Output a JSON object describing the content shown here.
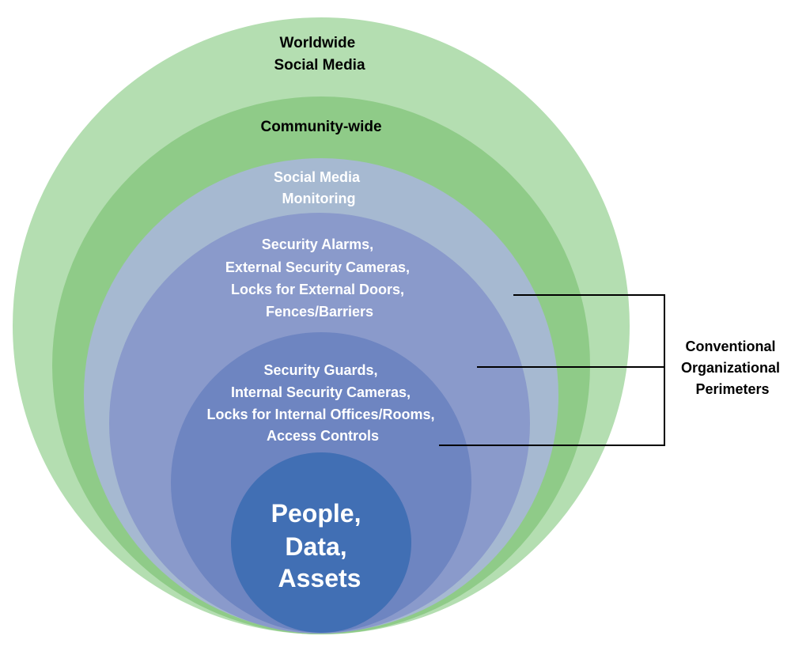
{
  "layers": {
    "worldwide": {
      "lines": [
        "Worldwide",
        "Social Media"
      ],
      "color": "#b4deb1"
    },
    "community": {
      "lines": [
        "Community-wide"
      ],
      "color": "#8fcb88"
    },
    "monitoring": {
      "lines": [
        "Social Media",
        "Monitoring"
      ],
      "color": "#a6b9d1"
    },
    "external": {
      "lines": [
        "Security Alarms,",
        "External Security Cameras,",
        "Locks for External Doors,",
        "Fences/Barriers"
      ],
      "color": "#8a9acb"
    },
    "internal": {
      "lines": [
        "Security Guards,",
        "Internal Security Cameras,",
        "Locks for Internal Offices/Rooms,",
        "Access Controls"
      ],
      "color": "#6e85c1"
    },
    "core": {
      "lines": [
        "People,",
        "Data,",
        "Assets"
      ],
      "color": "#416fb4"
    }
  },
  "bracket": {
    "lines": [
      "Conventional",
      "Organizational",
      "Perimeters"
    ]
  }
}
